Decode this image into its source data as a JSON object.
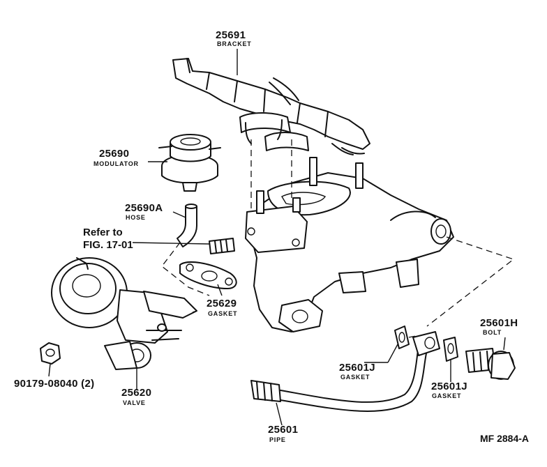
{
  "parts": {
    "bracket": {
      "number": "25691",
      "name": "BRACKET"
    },
    "modulator": {
      "number": "25690",
      "name": "MODULATOR"
    },
    "hose": {
      "number": "25690A",
      "name": "HOSE"
    },
    "gasket_egr": {
      "number": "25629",
      "name": "GASKET"
    },
    "valve": {
      "number": "25620",
      "name": "VALVE"
    },
    "nut": {
      "number": "90179-08040 (2)"
    },
    "bolt": {
      "number": "25601H",
      "name": "BOLT"
    },
    "gasket_a": {
      "number": "25601J",
      "name": "GASKET"
    },
    "gasket_b": {
      "number": "25601J",
      "name": "GASKET"
    },
    "pipe": {
      "number": "25601",
      "name": "PIPE"
    }
  },
  "reference": {
    "line1": "Refer to",
    "line2": "FIG. 17-01"
  },
  "figure_code": "MF 2884-A"
}
